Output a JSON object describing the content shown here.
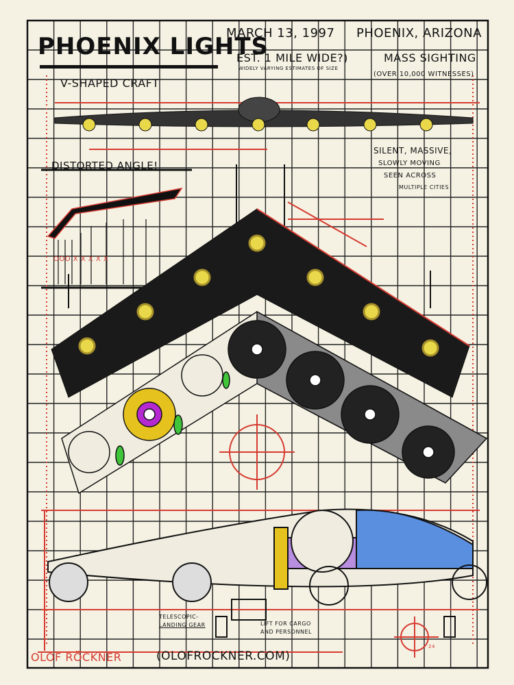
{
  "title": "Phoenix Lights",
  "subtitle": "V-shaped craft",
  "date": "March 13, 1997",
  "location": "Phoenix, Arizona",
  "size_note": "Est. 1 mile wide?)",
  "size_caption": "Widely varying estimates of size",
  "sighting": "Mass sighting",
  "witnesses": "(Over 10,000 witnesses)",
  "distorted_label": "Distorted angle!",
  "observation": [
    "Silent, massive,",
    "slowly moving",
    "seen across",
    "multiple cities"
  ],
  "landing_gear": [
    "Telescopic-",
    "landing gear"
  ],
  "lift_note": [
    "Lift for cargo",
    "and personnel"
  ],
  "artist": "Olof Röckner",
  "artist_site": "(olofrockner.com)",
  "red_marks": "ooo x x x x x",
  "scale_note": "24",
  "colors": {
    "ink": "#111111",
    "red": "#d63a30",
    "paper": "#f5f2e4",
    "light": "#e8d84a",
    "blue": "#5a8fe0",
    "purple": "#b88ee0",
    "green": "#3fc43a",
    "magenta": "#b52ad0",
    "yellow": "#e6c21e"
  }
}
